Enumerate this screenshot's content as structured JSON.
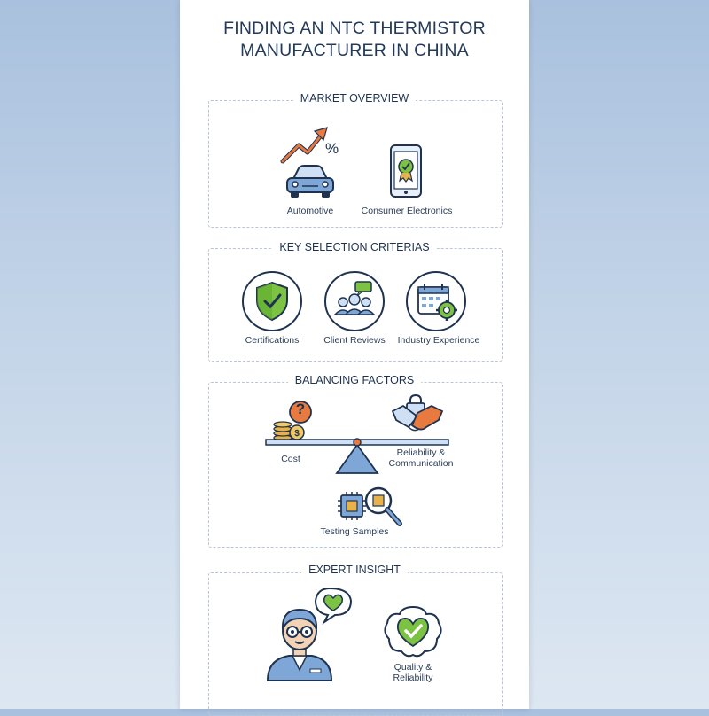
{
  "title_line1": "FINDING AN NTC THERMISTOR",
  "title_line2": "MANUFACTURER IN CHINA",
  "market": {
    "heading": "MARKET OVERVIEW",
    "percent": "%",
    "automotive": "Automotive",
    "consumer": "Consumer Electronics"
  },
  "criteria": {
    "heading": "KEY SELECTION CRITERIAS",
    "certifications": "Certifications",
    "reviews": "Client Reviews",
    "experience": "Industry Experience"
  },
  "balancing": {
    "heading": "BALANCING FACTORS",
    "cost": "Cost",
    "question": "?",
    "reliability_line1": "Reliability &",
    "reliability_line2": "Communication",
    "testing": "Testing Samples"
  },
  "expert": {
    "heading": "EXPERT INSIGHT",
    "quality_line1": "Quality &",
    "quality_line2": "Reliability"
  },
  "colors": {
    "navy": "#1f3350",
    "blue": "#7ea7d8",
    "orange": "#e8793f",
    "green": "#7cc243",
    "gold": "#e7b24a"
  }
}
